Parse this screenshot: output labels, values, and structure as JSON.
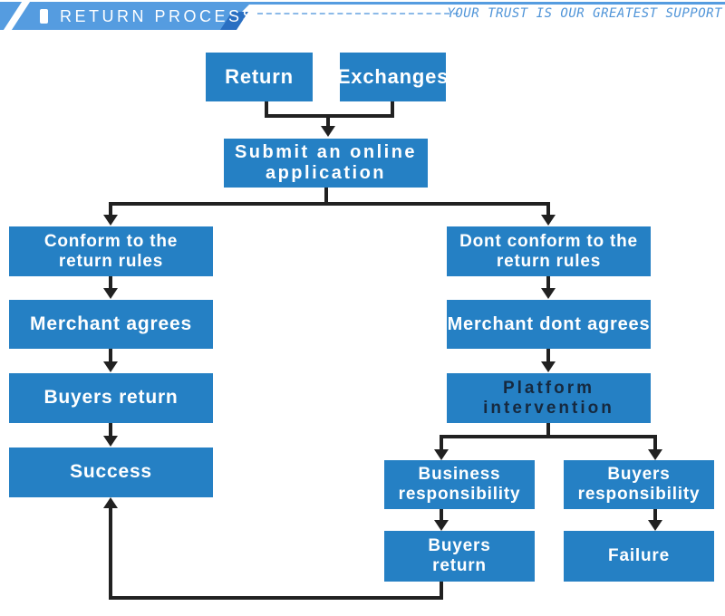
{
  "header": {
    "title": "RETURN PROCESS",
    "slogan": "YOUR TRUST IS OUR GREATEST SUPPORT"
  },
  "flow": {
    "nodes": {
      "return": {
        "label": "Return"
      },
      "exchanges": {
        "label": "Exchanges"
      },
      "submit": {
        "line1": "Submit an online",
        "line2": "application"
      },
      "conform": {
        "line1": "Conform to the",
        "line2": "return rules"
      },
      "dont_conform": {
        "line1": "Dont conform to the",
        "line2": "return rules"
      },
      "merchant_agrees": {
        "label": "Merchant agrees"
      },
      "merchant_dont_agrees": {
        "label": "Merchant dont agrees"
      },
      "buyers_return_left": {
        "label": "Buyers return"
      },
      "platform_intervention": {
        "line1": "Platform",
        "line2": "intervention"
      },
      "success": {
        "label": "Success"
      },
      "business_responsibility": {
        "line1": "Business",
        "line2": "responsibility"
      },
      "buyers_responsibility": {
        "line1": "Buyers",
        "line2": "responsibility"
      },
      "buyers_return_right": {
        "line1": "Buyers",
        "line2": "return"
      },
      "failure": {
        "label": "Failure"
      }
    }
  },
  "colors": {
    "node_blue": "#2580C4",
    "banner_blue": "#559CE0",
    "accent_blue": "#2A6FC2",
    "connector_dark": "#212121",
    "slogan_text": "#4F94D8",
    "dash_blue": "#8CBAE8",
    "platform_text": "#16293F"
  }
}
